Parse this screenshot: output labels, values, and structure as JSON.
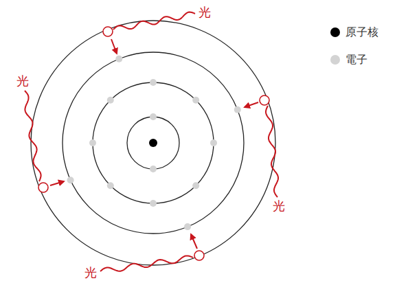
{
  "diagram": {
    "labels": [
      "光",
      "光",
      "光",
      "光"
    ],
    "legend": [
      {
        "text": "原子核",
        "color": "#000000"
      },
      {
        "text": "電子",
        "color": "#d3d3d3"
      }
    ]
  }
}
